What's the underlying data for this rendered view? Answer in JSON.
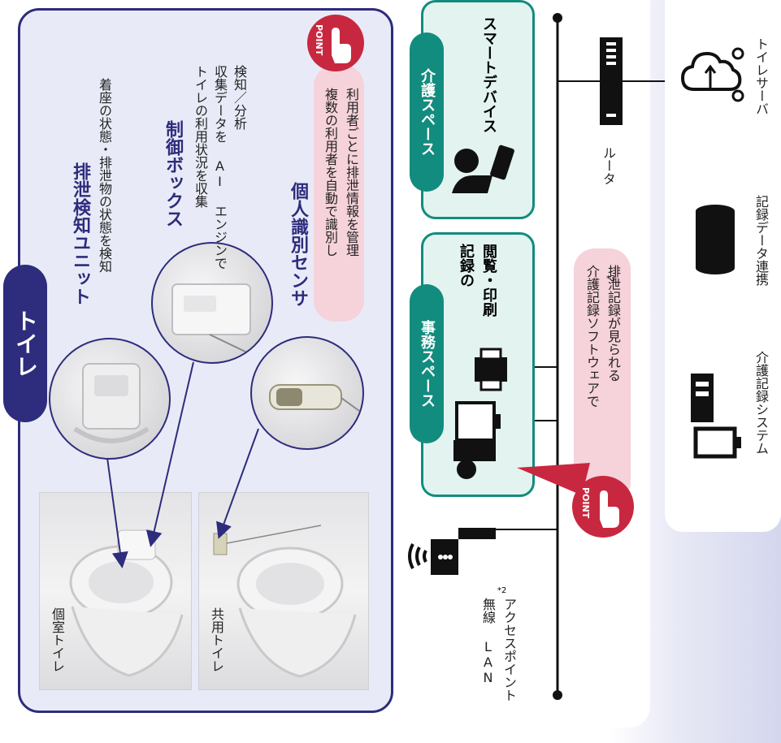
{
  "toilet_section": {
    "title": "トイレ",
    "private_toilet": "個室トイレ",
    "shared_toilet": "共用トイレ",
    "unit_title": "排泄検知ユニット",
    "unit_desc": "着座の状態・排泄物の状態を検知",
    "control_title": "制御ボックス",
    "control_desc": [
      "トイレの利用状況を収集",
      "収集データを AI エンジンで",
      "検知／分析"
    ],
    "sensor_title": "個人識別センサ",
    "point_text": "POINT",
    "point_desc": [
      "複数の利用者を自動で識別し",
      "利用者ごとに排泄情報を管理"
    ]
  },
  "network": {
    "care_space_title": "介護スペース",
    "smart_device_label": "スマートデバイス",
    "office_space_title": "事務スペース",
    "record_label": [
      "記録の",
      "閲覧・印刷"
    ],
    "point_text": "POINT",
    "point_desc": [
      "介護記録ソフトウェアで",
      "排泄記録が見られる"
    ],
    "point_note": "*3",
    "wireless_label": [
      "無線 LAN",
      "アクセスポイント"
    ],
    "wireless_note": "*2",
    "router_label": "ルータ"
  },
  "server": {
    "toilet_server_label": "トイレサーバ",
    "data_link_label": "記録データ連携",
    "care_system_label": "介護記録システム"
  },
  "colors": {
    "navy": "#2e2c7c",
    "teal": "#128c7e",
    "teal_light": "#e2f3f0",
    "pink": "#f6d2da",
    "point_red": "#c8283f",
    "lavender": "#e8ebf7"
  }
}
